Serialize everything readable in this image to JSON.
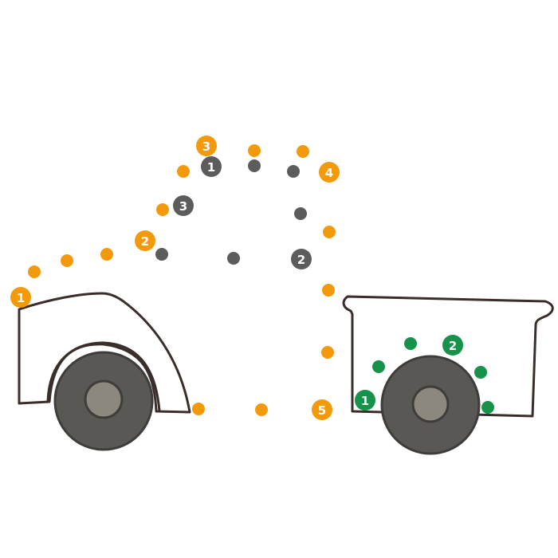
{
  "puzzle": {
    "title": "Connect the dots truck",
    "colors": {
      "orange": "#F39A0C",
      "gray": "#5C5C5C",
      "green": "#16924A",
      "outline": "#3A2E2A",
      "tire": "#5A5855",
      "hub": "#8C887E"
    },
    "sequences": [
      {
        "name": "orange",
        "color_key": "orange",
        "dots": [
          {
            "label": "1"
          },
          {
            "label": ""
          },
          {
            "label": ""
          },
          {
            "label": ""
          },
          {
            "label": "2"
          },
          {
            "label": ""
          },
          {
            "label": ""
          },
          {
            "label": "3"
          },
          {
            "label": ""
          },
          {
            "label": ""
          },
          {
            "label": "4"
          },
          {
            "label": ""
          },
          {
            "label": ""
          },
          {
            "label": ""
          },
          {
            "label": "5"
          },
          {
            "label": ""
          },
          {
            "label": ""
          }
        ]
      },
      {
        "name": "gray",
        "color_key": "gray",
        "dots": [
          {
            "label": "1"
          },
          {
            "label": ""
          },
          {
            "label": ""
          },
          {
            "label": ""
          },
          {
            "label": "2"
          },
          {
            "label": ""
          },
          {
            "label": ""
          },
          {
            "label": "3"
          }
        ]
      },
      {
        "name": "green",
        "color_key": "green",
        "dots": [
          {
            "label": "1"
          },
          {
            "label": ""
          },
          {
            "label": ""
          },
          {
            "label": "2"
          },
          {
            "label": ""
          },
          {
            "label": ""
          }
        ]
      }
    ]
  }
}
